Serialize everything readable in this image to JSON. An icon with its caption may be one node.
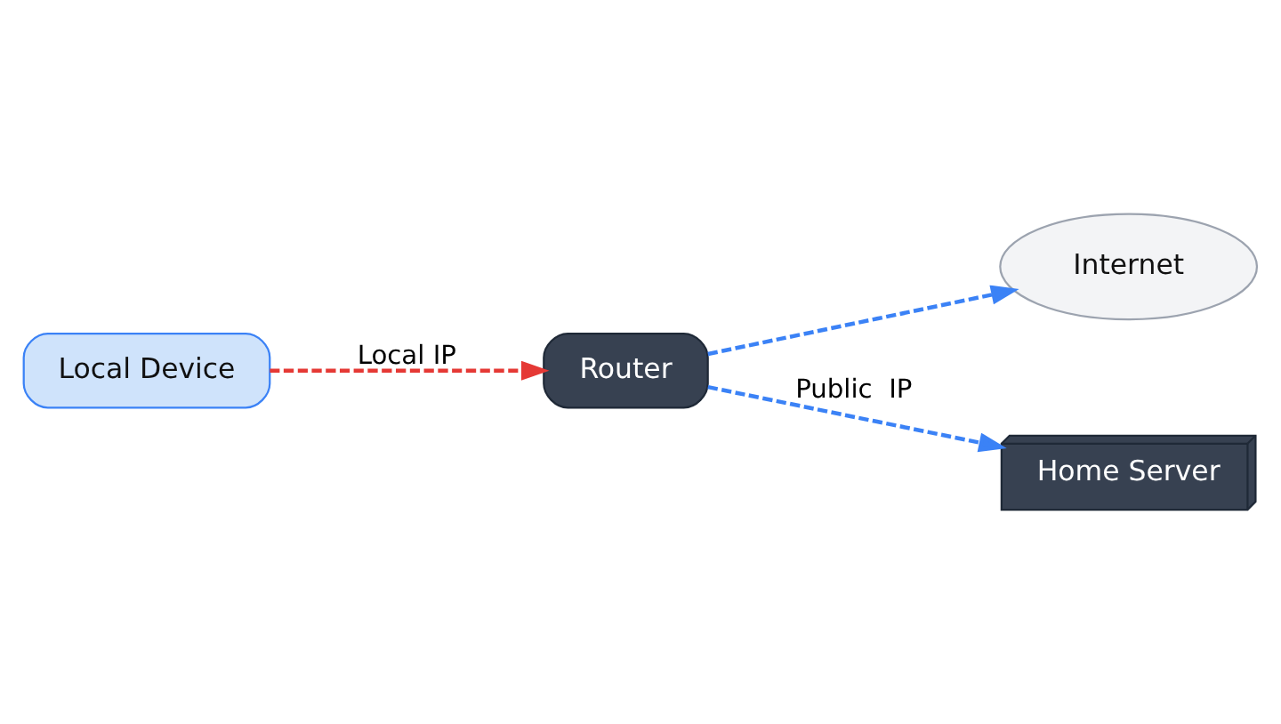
{
  "diagram": {
    "nodes": [
      {
        "text": [
          "Local Device"
        ]
      },
      {
        "text": [
          "Router"
        ]
      },
      {
        "text": [
          "Internet"
        ]
      },
      {
        "text": [
          "Home Server"
        ]
      }
    ],
    "edges": [
      {
        "from": 0,
        "to": 1,
        "arrow": "to",
        "label": "Local IP",
        "style": "dashed",
        "color": "#e53935"
      },
      {
        "from": 1,
        "to": 3,
        "arrow": "to",
        "label": "Public  IP",
        "style": "dashed"
      },
      {
        "from": 1,
        "to": 2,
        "arrow": "to",
        "style": "dashed"
      }
    ]
  }
}
